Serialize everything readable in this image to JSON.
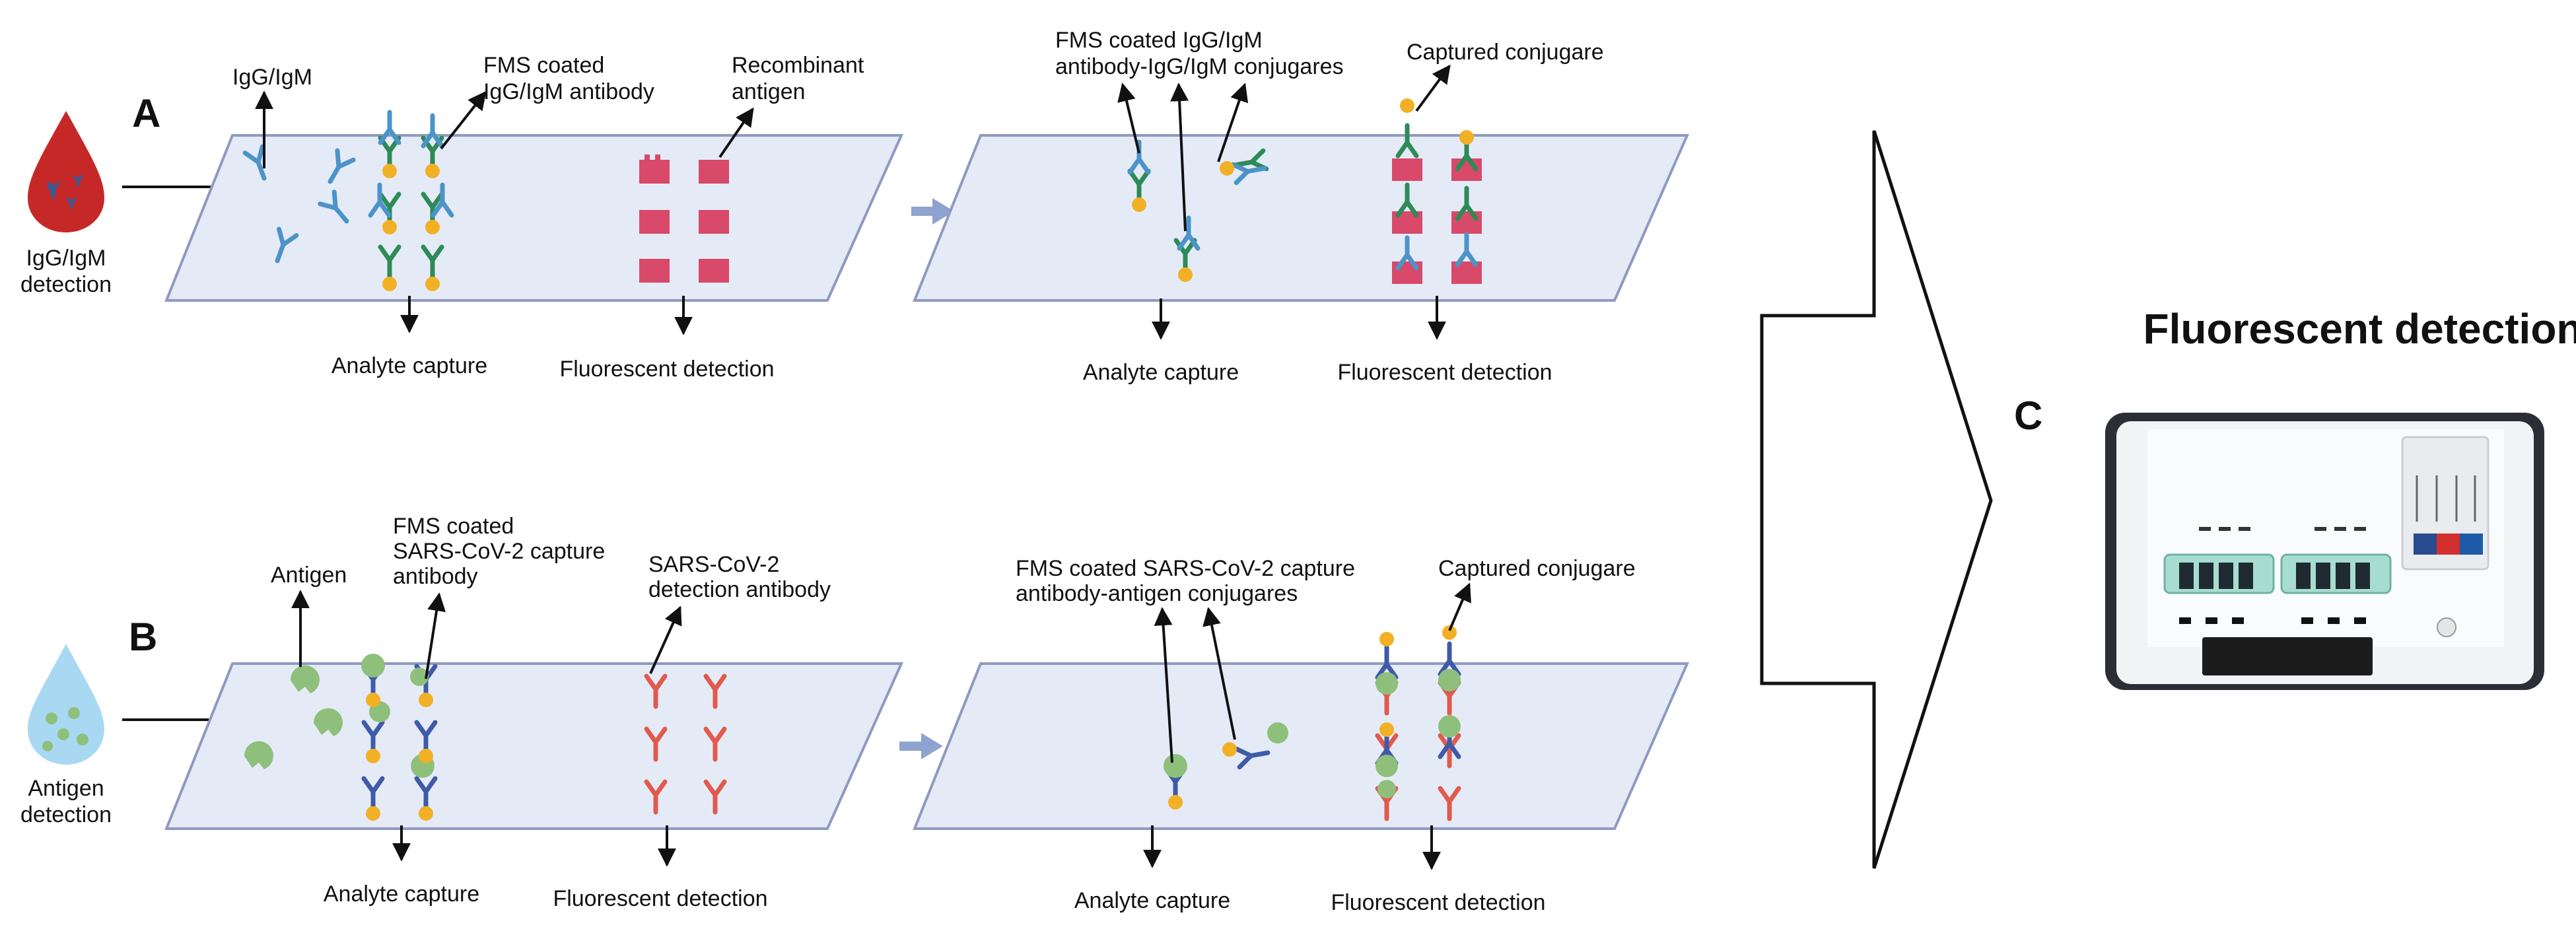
{
  "panels": {
    "a": "A",
    "b": "B",
    "c": "C"
  },
  "row_a": {
    "sample_label_line1": "IgG/IgM",
    "sample_label_line2": "detection",
    "igg_igm": "IgG/IgM",
    "fms_coated_line1": "FMS coated",
    "fms_coated_line2": "IgG/IgM antibody",
    "recombinant_line1": "Recombinant",
    "recombinant_line2": "antigen",
    "analyte_capture": "Analyte capture",
    "fluorescent_detection": "Fluorescent detection",
    "conjugate_line1": "FMS coated IgG/IgM",
    "conjugate_line2": "antibody-IgG/IgM conjugares",
    "captured_conjugare": "Captured conjugare",
    "analyte_capture_2": "Analyte capture",
    "fluorescent_detection_2": "Fluorescent detection"
  },
  "row_b": {
    "sample_label_line1": "Antigen",
    "sample_label_line2": "detection",
    "antigen": "Antigen",
    "fms_coated_line1": "FMS coated",
    "fms_coated_line2": "SARS-CoV-2 capture",
    "fms_coated_line3": "antibody",
    "detection_ab_line1": "SARS-CoV-2",
    "detection_ab_line2": "detection antibody",
    "analyte_capture": "Analyte capture",
    "fluorescent_detection": "Fluorescent detection",
    "conjugate_line1": "FMS coated SARS-CoV-2 capture",
    "conjugate_line2": "antibody-antigen conjugares",
    "captured_conjugare": "Captured conjugare",
    "analyte_capture_2": "Analyte capture",
    "fluorescent_detection_2": "Fluorescent detection"
  },
  "right": {
    "title": "Fluorescent detection"
  },
  "colors": {
    "strip_fill": "#e4ebf7",
    "strip_stroke": "#8e9ac0",
    "blood": "#c62828",
    "water": "#a9d8f2",
    "igg_blue": "#4c94c8",
    "green_ab": "#2e8b57",
    "gold": "#f2b024",
    "pink": "#d8496a",
    "navy_ab": "#3f5aa8",
    "red_ab": "#e25a4e",
    "antigen_green": "#8ec07c",
    "process_arrow": "#8ea3cf"
  }
}
